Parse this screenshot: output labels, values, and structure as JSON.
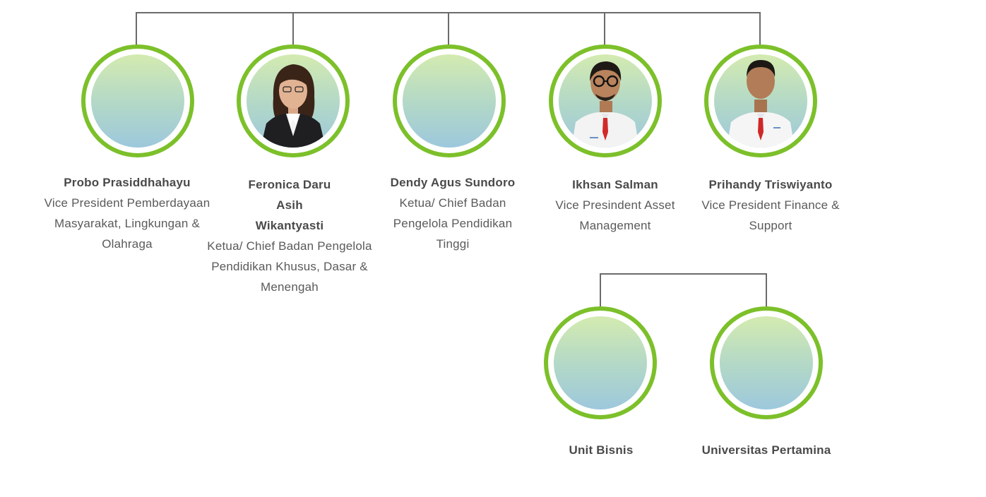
{
  "colors": {
    "ring": "#7cc02a",
    "connector": "#6b6b6b",
    "text": "#555555"
  },
  "top_level": [
    {
      "name": "Probo Prasiddhahayu",
      "role": "Vice President Pemberdayaan Masyarakat, Lingkungan & Olahraga",
      "photo": "none"
    },
    {
      "name": "Feronica Daru Asih Wikantyasti",
      "role": "Ketua/ Chief Badan Pengelola Pendidikan Khusus, Dasar & Menengah",
      "photo": "woman-portrait"
    },
    {
      "name": "Dendy Agus Sundoro",
      "role": "Ketua/ Chief Badan Pengelola Pendidikan Tinggi",
      "photo": "none"
    },
    {
      "name": "Ikhsan Salman",
      "role": "Vice Presindent Asset Management",
      "photo": "man-glasses-portrait"
    },
    {
      "name": "Prihandy Triswiyanto",
      "role": "Vice President Finance & Support",
      "photo": "man-portrait"
    }
  ],
  "sub_level": [
    {
      "name": "Unit Bisnis"
    },
    {
      "name": "Universitas Pertamina"
    }
  ]
}
